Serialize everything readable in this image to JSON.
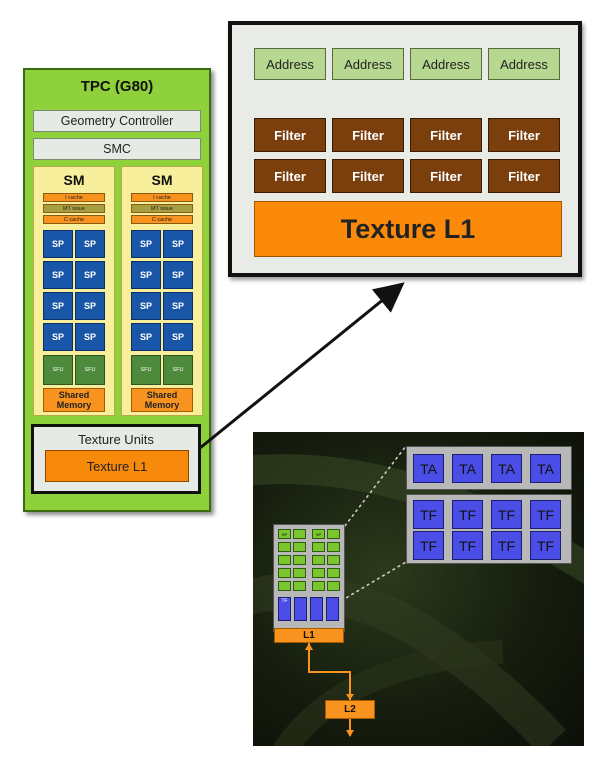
{
  "tpc": {
    "title": "TPC (G80)",
    "geometry_controller": "Geometry Controller",
    "smc": "SMC",
    "sm_blocks": [
      {
        "title": "SM",
        "icache": "I cache",
        "mt_issue": "MT issue",
        "ccache": "C cache",
        "sp": [
          "SP",
          "SP",
          "SP",
          "SP",
          "SP",
          "SP",
          "SP",
          "SP"
        ],
        "sfu": [
          "SFU",
          "SFU"
        ],
        "shared_memory": "Shared Memory"
      },
      {
        "title": "SM",
        "icache": "I cache",
        "mt_issue": "MT issue",
        "ccache": "C cache",
        "sp": [
          "SP",
          "SP",
          "SP",
          "SP",
          "SP",
          "SP",
          "SP",
          "SP"
        ],
        "sfu": [
          "SFU",
          "SFU"
        ],
        "shared_memory": "Shared Memory"
      }
    ],
    "texture_units": "Texture Units",
    "texture_l1": "Texture L1"
  },
  "zoom": {
    "address": [
      "Address",
      "Address",
      "Address",
      "Address"
    ],
    "filter_row1": [
      "Filter",
      "Filter",
      "Filter",
      "Filter"
    ],
    "filter_row2": [
      "Filter",
      "Filter",
      "Filter",
      "Filter"
    ],
    "texture_l1": "Texture L1"
  },
  "photo": {
    "ta": [
      "TA",
      "TA",
      "TA",
      "TA"
    ],
    "tf": [
      "TF",
      "TF",
      "TF",
      "TF",
      "TF",
      "TF",
      "TF",
      "TF"
    ],
    "mini_sp": [
      "SP",
      "SP"
    ],
    "mini_tf": "TF",
    "l1": "L1",
    "l2": "L2"
  },
  "colors": {
    "tpc_green": "#8fd13a",
    "sp_blue": "#1a56a8",
    "orange": "#f7931e",
    "filter_brown": "#7a3f0c",
    "address_green": "#b7d890",
    "ta_tf_blue": "#4a4ee6"
  }
}
